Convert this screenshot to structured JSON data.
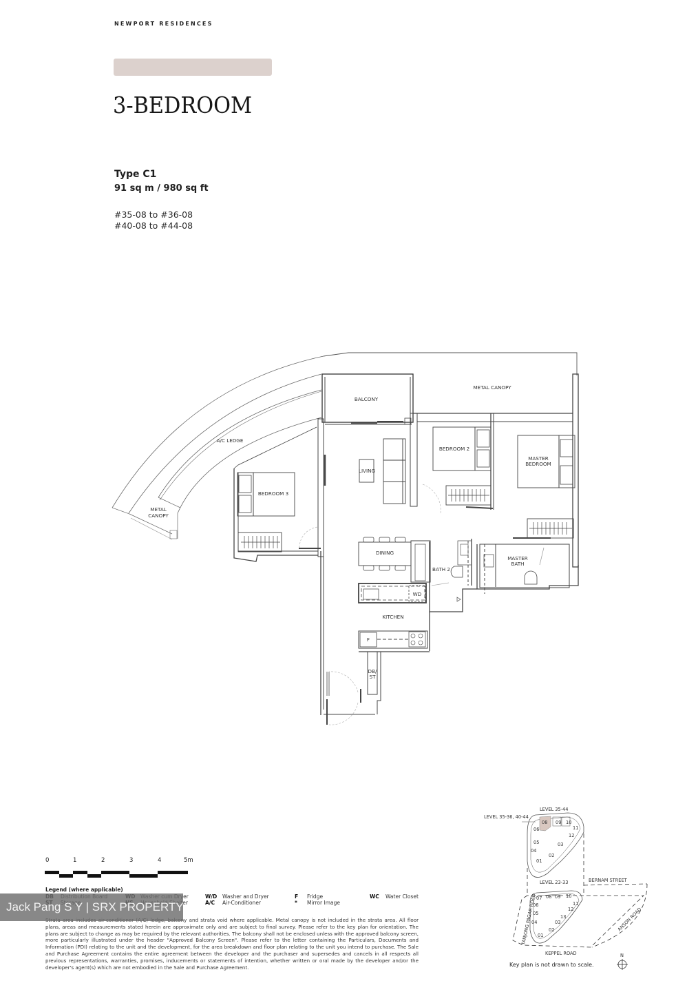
{
  "header": {
    "brand": "NEWPORT RESIDENCES",
    "tag_bar_color": "#dcd1cd",
    "title": "3-BEDROOM"
  },
  "unit": {
    "type": "Type C1",
    "area": "91 sq m / 980 sq ft",
    "unit_ranges": [
      "#35-08 to #36-08",
      "#40-08 to #44-08"
    ]
  },
  "floor_plan": {
    "labels": {
      "metal_canopy_top": "METAL CANOPY",
      "balcony": "BALCONY",
      "ac_ledge": "A/C LEDGE",
      "metal_canopy_left_1": "METAL",
      "metal_canopy_left_2": "CANOPY",
      "bedroom3": "BEDROOM 3",
      "living": "LIVING",
      "bedroom2": "BEDROOM 2",
      "master_bedroom_1": "MASTER",
      "master_bedroom_2": "BEDROOM",
      "dining": "DINING",
      "bath2": "BATH 2",
      "master_bath_1": "MASTER",
      "master_bath_2": "BATH",
      "wd": "WD",
      "kitchen": "KITCHEN",
      "fridge": "F",
      "db_st_1": "DB/",
      "db_st_2": "ST"
    }
  },
  "scale_bar": {
    "ticks": [
      "0",
      "1",
      "2",
      "3",
      "4",
      "5m"
    ]
  },
  "legend": {
    "title": "Legend (where applicable)",
    "items": [
      {
        "code": "DB",
        "label": "Distribution Board"
      },
      {
        "code": "ST",
        "label": "Storage"
      },
      {
        "code": "WD",
        "label": "Washer cum Dryer"
      },
      {
        "code": "HS",
        "label": "Household Shelter"
      },
      {
        "code": "W/D",
        "label": "Washer and Dryer"
      },
      {
        "code": "A/C",
        "label": "Air-Conditioner"
      },
      {
        "code": "F",
        "label": "Fridge"
      },
      {
        "code": "*",
        "label": "Mirror Image"
      },
      {
        "code": "WC",
        "label": "Water Closet"
      }
    ]
  },
  "disclaimer": "Strata area includes air-conditioner (A/C) ledge, balcony and strata void where applicable. Metal canopy is not included in the strata area. All floor plans, areas and measurements stated herein are approximate only and are subject to final survey. Please refer to the key plan for orientation. The plans are subject to change as may be required by the relevant authorities. The balcony shall not be enclosed unless with the approved balcony screen, more particularly illustrated under the header \"Approved Balcony Screen\". Please refer to the letter containing the Particulars, Documents and Information (PDI) relating to the unit and the development, for the area breakdown and floor plan relating to the unit you intend to purchase. The Sale and Purchase Agreement contains the entire agreement between the developer and the purchaser and supersedes and cancels in all respects all previous representations, warranties, promises, inducements or statements of intention, whether written or oral made by the developer and/or the developer's agent(s) which are not embodied in the Sale and Purchase Agreement.",
  "watermark": "Jack Pang S Y | SRX PROPERTY",
  "key_plan": {
    "upper_level_label": "LEVEL  35-44",
    "callout_label": "LEVEL 35-36, 40-44",
    "upper_units": [
      "08",
      "09",
      "10",
      "11",
      "12",
      "03",
      "06",
      "05",
      "04",
      "02",
      "01"
    ],
    "highlight_unit": "08",
    "highlight_color": "#d9c8c0",
    "lower_level_label": "LEVEL  23-33",
    "lower_units": [
      "07",
      "08",
      "09",
      "10",
      "11",
      "12",
      "13",
      "06",
      "05",
      "04",
      "03",
      "02",
      "01"
    ],
    "roads": {
      "north": "BERNAM STREET",
      "west": "TANJONG PAGAR ROAD",
      "east": "ANSON ROAD",
      "south": "KEPPEL ROAD"
    },
    "compass": "N",
    "note": "Key plan is not drawn to scale."
  }
}
